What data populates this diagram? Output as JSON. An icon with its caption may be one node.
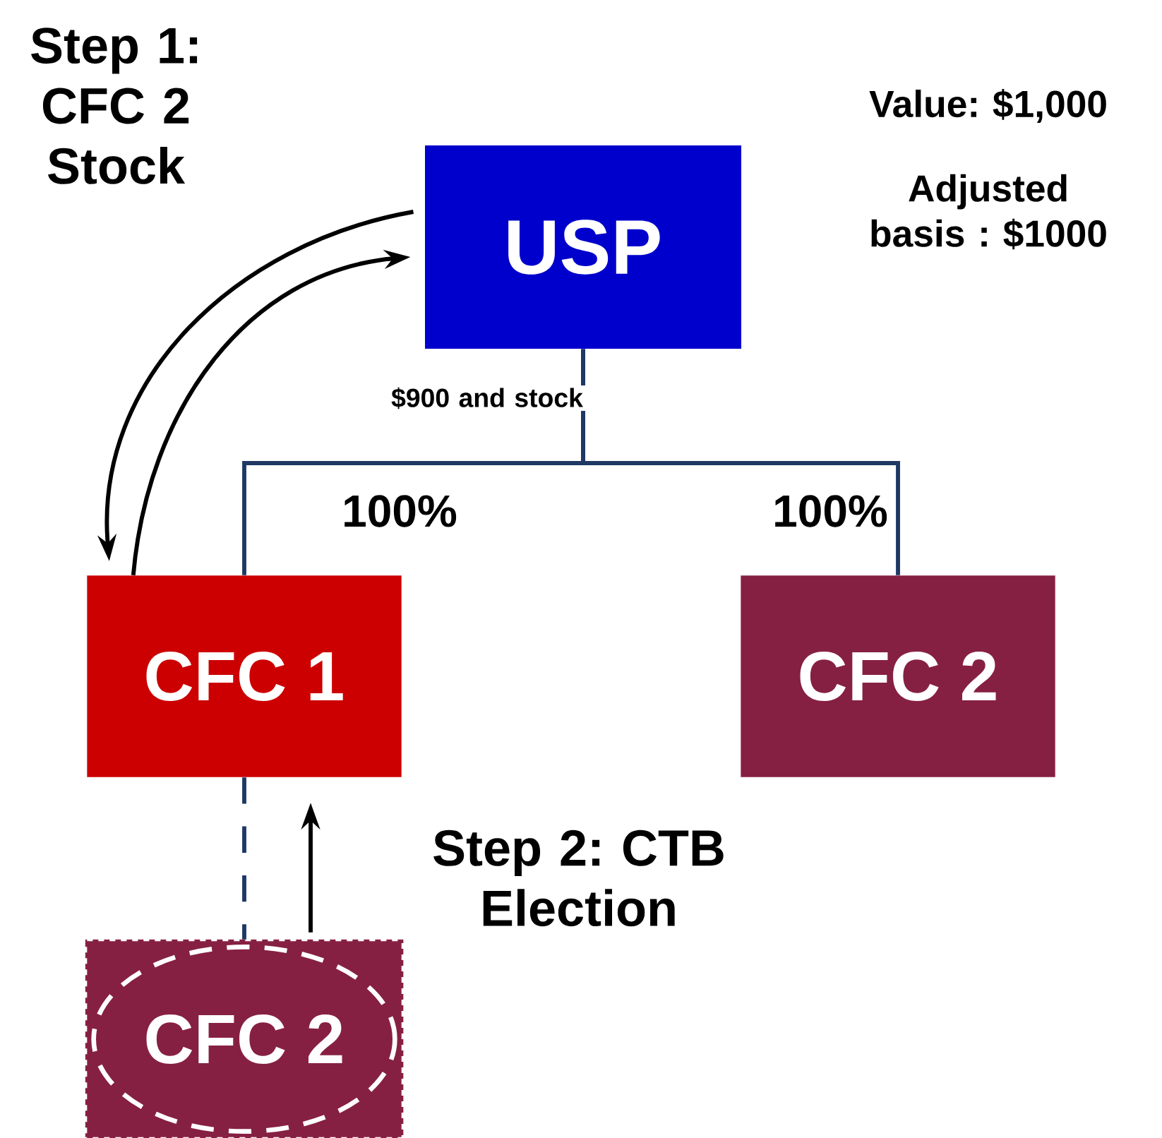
{
  "diagram": {
    "nodes": [
      {
        "text": [
          "USP"
        ]
      },
      {
        "text": [
          "CFC 1"
        ]
      },
      {
        "text": [
          "CFC 2"
        ]
      },
      {
        "text": [
          "CFC 2"
        ]
      }
    ],
    "edges": [
      {
        "from": 0,
        "to": 1,
        "arrow": "none",
        "label": "100%",
        "color": "#1f3864"
      },
      {
        "from": 0,
        "to": 2,
        "arrow": "none",
        "label": "100%",
        "color": "#1f3864"
      },
      {
        "from": 0,
        "to": 1,
        "arrow": "to",
        "color": "#000000"
      },
      {
        "from": 1,
        "to": 0,
        "arrow": "to",
        "color": "#000000"
      },
      {
        "from": 1,
        "to": 3,
        "arrow": "none",
        "style": "dashed",
        "color": "#1f3864"
      },
      {
        "from": 3,
        "to": 1,
        "arrow": "to",
        "color": "#000000"
      }
    ],
    "labels": [
      "Step 1: CFC 2 Stock",
      "Value: $1,000",
      "Adjusted basis : $1000",
      "$900 and stock",
      "Step 2: CTB Election"
    ]
  }
}
